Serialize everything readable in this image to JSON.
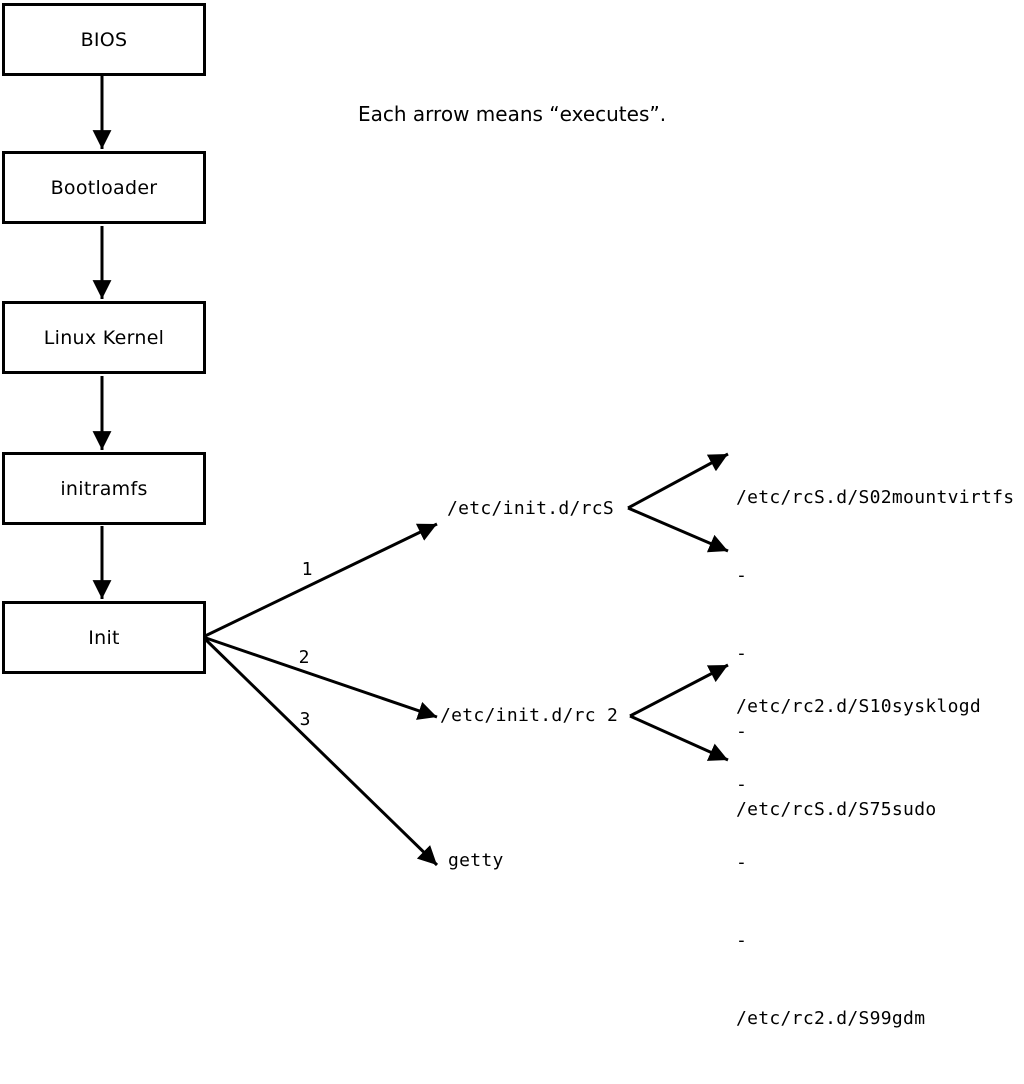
{
  "colors": {
    "line": "#000000",
    "box_bg": "#ffffff",
    "text": "#000000"
  },
  "note": "Each arrow means “executes”.",
  "boxes": [
    {
      "label": "BIOS"
    },
    {
      "label": "Bootloader"
    },
    {
      "label": "Linux Kernel"
    },
    {
      "label": "initramfs"
    },
    {
      "label": "Init"
    }
  ],
  "edge_labels": [
    "1",
    "2",
    "3"
  ],
  "targets": {
    "rcS": "/etc/init.d/rcS",
    "rc2": "/etc/init.d/rc 2",
    "getty": "getty"
  },
  "fork_rcS": [
    "/etc/rcS.d/S02mountvirtfs",
    "-",
    "-",
    "-",
    "/etc/rcS.d/S75sudo"
  ],
  "fork_rc2": [
    "/etc/rc2.d/S10sysklogd",
    "-",
    "-",
    "-",
    "/etc/rc2.d/S99gdm"
  ]
}
